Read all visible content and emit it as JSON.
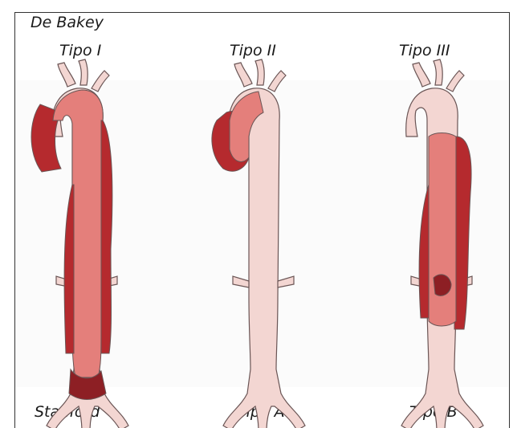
{
  "heading": "De Bakey",
  "debakey_types": [
    "Tipo I",
    "Tipo II",
    "Tipo III"
  ],
  "stanford_label": "Stanford",
  "stanford_types": [
    "Tipo A",
    "Tipo B"
  ],
  "colors": {
    "dissection_red": "#b52a2e",
    "dark_red": "#8d1f24",
    "lumen_pink": "#e47f7b",
    "normal_aorta": "#f3d6d2",
    "outline": "#6a5555"
  },
  "panels": [
    {
      "type": "Tipo I",
      "dissection_extent": "ascending, arch and descending aorta"
    },
    {
      "type": "Tipo II",
      "dissection_extent": "ascending aorta only"
    },
    {
      "type": "Tipo III",
      "dissection_extent": "descending aorta only"
    }
  ]
}
